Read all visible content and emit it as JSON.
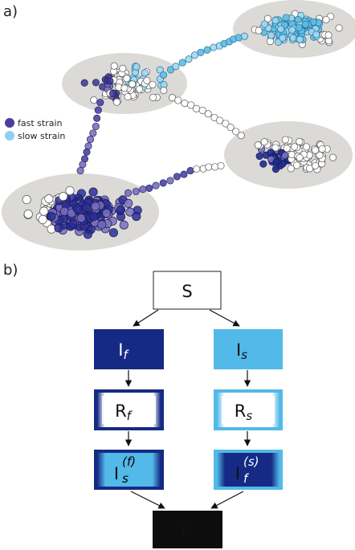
{
  "panel_a": {
    "label": "a)",
    "legend": [
      {
        "label": "fast strain",
        "color": "#4a3f9e"
      },
      {
        "label": "slow strain",
        "color": "#8fd0ee"
      }
    ]
  },
  "panel_b": {
    "label": "b)",
    "colors": {
      "fast": "#152a85",
      "slow": "#52b9e8",
      "resistant": "#0d0d0d",
      "susceptible_border": "#222222"
    },
    "nodes": {
      "S": {
        "main": "S"
      },
      "If": {
        "main": "I",
        "sub": "f"
      },
      "Is": {
        "main": "I",
        "sub": "s"
      },
      "Rf": {
        "main": "R",
        "sub": "f"
      },
      "Rs": {
        "main": "R",
        "sub": "s"
      },
      "Isf": {
        "main": "I",
        "sub": "s",
        "sup": "(f)"
      },
      "Ifs": {
        "main": "I",
        "sub": "f",
        "sup": "(s)"
      },
      "R": {
        "main": "R"
      }
    }
  }
}
